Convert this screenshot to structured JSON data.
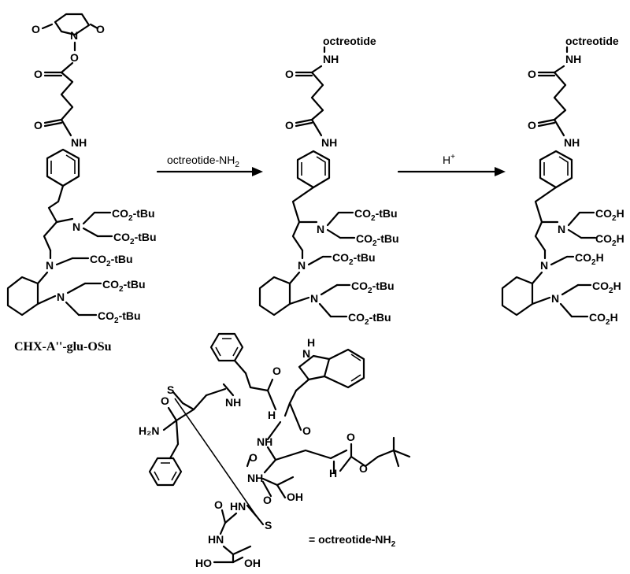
{
  "labels": {
    "octreotide": "octreotide",
    "nh": "NH",
    "n": "N",
    "o": "O",
    "co2tbu_co": "CO",
    "co2tbu_sub": "2",
    "co2tbu_tail": "-tBu",
    "co2h_co": "CO",
    "co2h_sub": "2",
    "co2h_tail": "H",
    "s": "S",
    "h2n": "H₂N",
    "hn": "HN",
    "oh": "OH",
    "ho": "HO",
    "h": "H"
  },
  "arrows": {
    "reagent1_main": "octreotide-NH",
    "reagent1_sub": "2",
    "reagent2_main": "H",
    "reagent2_sup": "+"
  },
  "captions": {
    "starting_material": "CHX-A''-glu-OSu",
    "definition_main": "= octreotide-NH",
    "definition_sub": "2"
  }
}
